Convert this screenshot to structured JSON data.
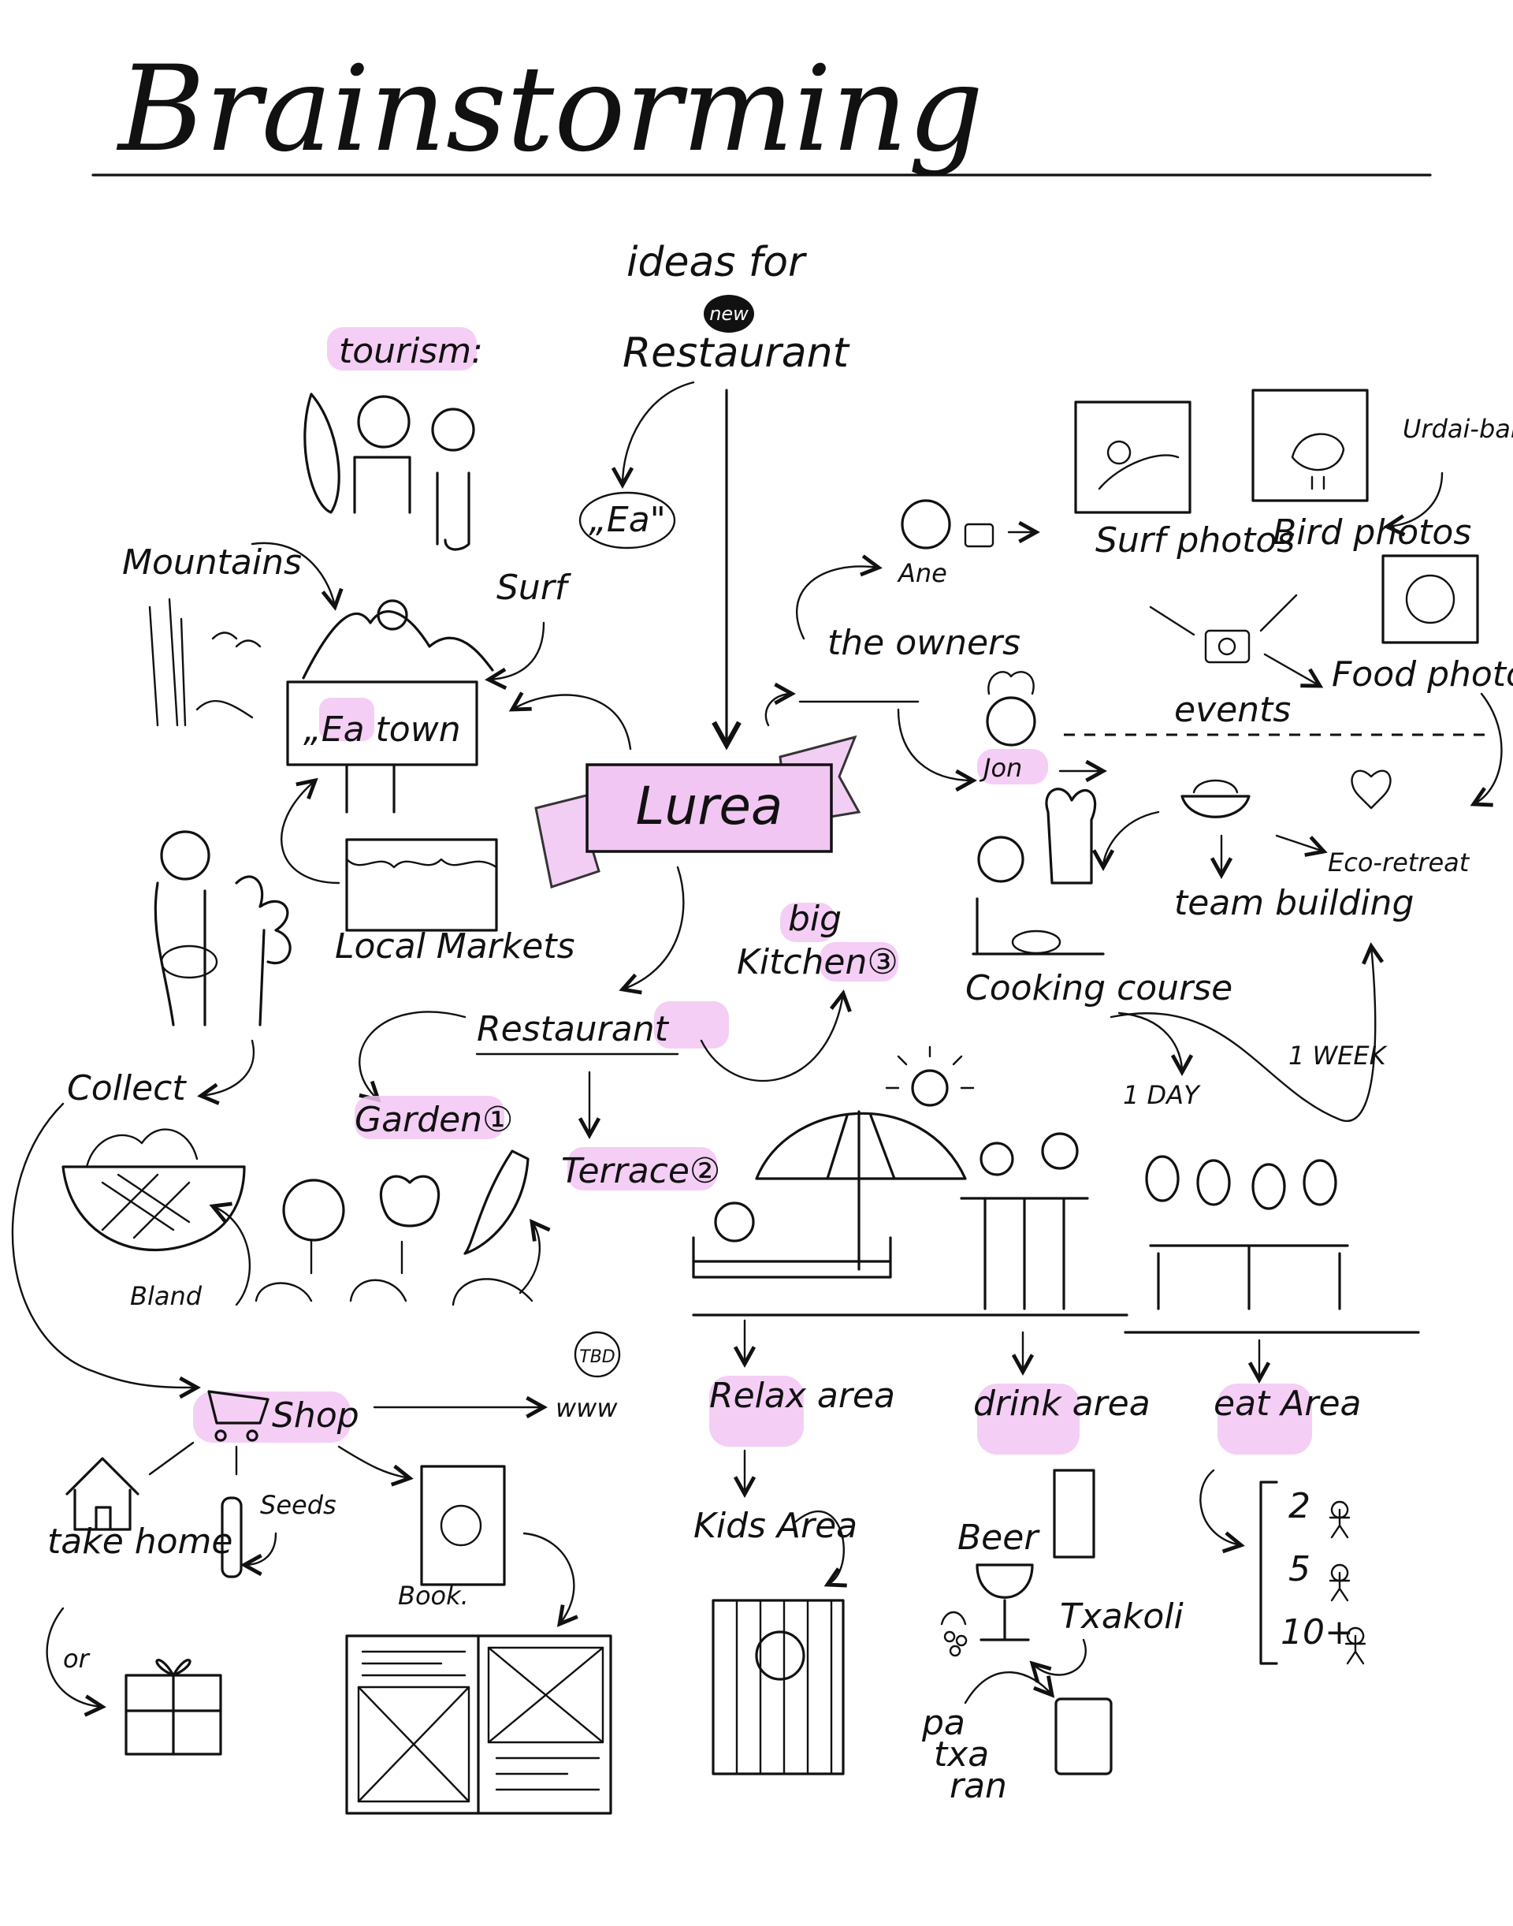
{
  "title": "Brainstorming",
  "header": {
    "line1": "ideas for",
    "badge": "new",
    "line2": "Restaurant"
  },
  "center": "Lurea",
  "name_idea": "„Ea\"",
  "tourism": {
    "label": "tourism:",
    "mountains": "Mountains",
    "surf": "Surf",
    "town": "„Ea town",
    "markets": "Local Markets",
    "collect": "Collect",
    "bland": "Bland"
  },
  "owners": {
    "label": "the owners",
    "ane": "Ane",
    "jon": "Jon",
    "surf_photos": "Surf photos",
    "bird_photos": "Bird photos",
    "urdaibai": "Urdai-bai",
    "food_photos": "Food photos",
    "events": "events",
    "team_building": "team building",
    "eco_retreat": "Eco-retreat",
    "cooking_course": "Cooking course",
    "one_day": "1 DAY",
    "one_week": "1 WEEK"
  },
  "restaurant": {
    "label": "Restaurant",
    "garden": "Garden①",
    "terrace": "Terrace②",
    "kitchen_big": "big",
    "kitchen": "Kitchen③"
  },
  "areas": {
    "relax": "Relax area",
    "kids": "Kids Area",
    "drink": "drink area",
    "beer": "Beer",
    "txakoli": "Txakoli",
    "patxaran": [
      "pa",
      "txa",
      "ran"
    ],
    "eat": "eat Area",
    "seats": [
      "2",
      "5",
      "10+"
    ]
  },
  "shop": {
    "label": "Shop",
    "www": "www",
    "tbd": "TBD",
    "take_home": "take home",
    "seeds": "Seeds",
    "book": "Book.",
    "or": "or"
  },
  "colors": {
    "highlight": "#f2c6f3",
    "ink": "#111111",
    "banner": "#f2c6f3"
  }
}
